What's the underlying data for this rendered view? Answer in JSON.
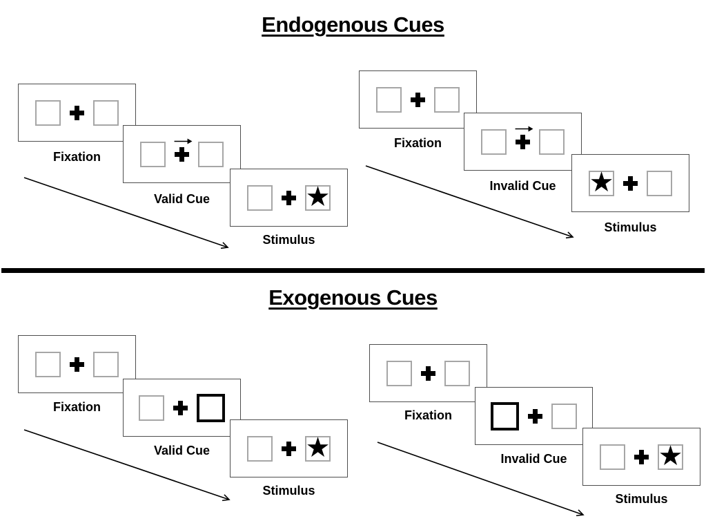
{
  "colors": {
    "background": "#ffffff",
    "ink": "#000000",
    "panel_border": "#4d4d4d",
    "box_border": "#a6a6a6"
  },
  "icons": {
    "star": "★",
    "fixation_cross": "plus",
    "cue_arrow": "right-arrow",
    "sequence_arrow": "diagonal-down-right-arrow"
  },
  "sections": [
    {
      "title": "Endogenous Cues",
      "trials": [
        {
          "name": "valid-trial",
          "frames": [
            {
              "label": "Fixation"
            },
            {
              "label": "Valid Cue"
            },
            {
              "label": "Stimulus"
            }
          ]
        },
        {
          "name": "invalid-trial",
          "frames": [
            {
              "label": "Fixation"
            },
            {
              "label": "Invalid Cue"
            },
            {
              "label": "Stimulus"
            }
          ]
        }
      ]
    },
    {
      "title": "Exogenous Cues",
      "trials": [
        {
          "name": "valid-trial",
          "frames": [
            {
              "label": "Fixation"
            },
            {
              "label": "Valid Cue"
            },
            {
              "label": "Stimulus"
            }
          ]
        },
        {
          "name": "invalid-trial",
          "frames": [
            {
              "label": "Fixation"
            },
            {
              "label": "Invalid Cue"
            },
            {
              "label": "Stimulus"
            }
          ]
        }
      ]
    }
  ]
}
